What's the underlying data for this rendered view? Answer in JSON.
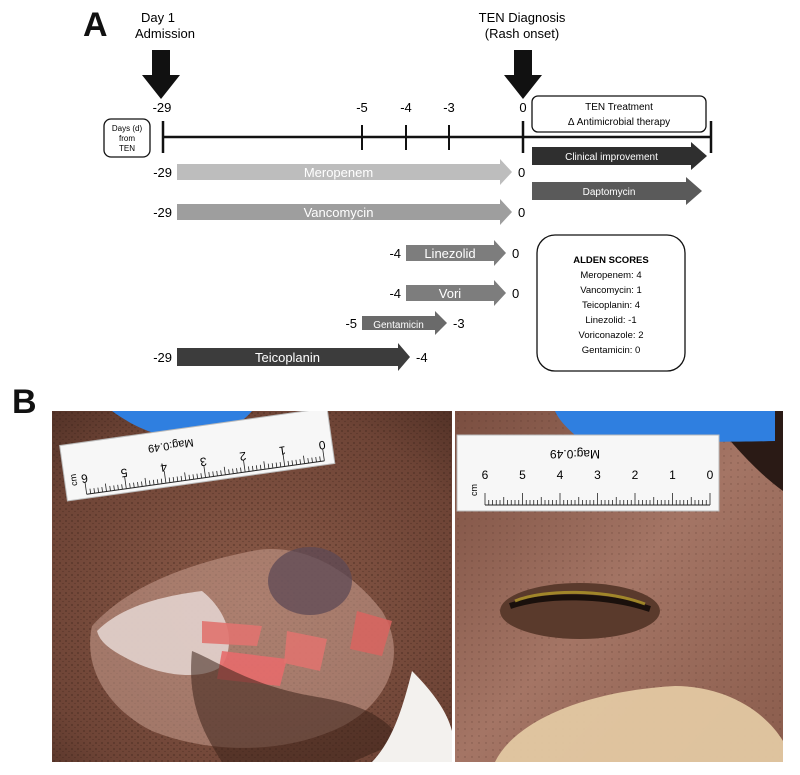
{
  "panel_a": {
    "letter": "A",
    "day1_label": "Day 1",
    "admission_label": "Admission",
    "ten_diag_label": "TEN Diagnosis",
    "rash_onset_label": "(Rash onset)",
    "days_box_lines": [
      "Days (d)",
      "from",
      "TEN"
    ],
    "timeline_ticks": [
      "-29",
      "-5",
      "-4",
      "-3",
      "0"
    ],
    "treatment_box_lines": [
      "TEN Treatment",
      "Δ Antimicrobial therapy"
    ],
    "drugs": [
      {
        "name": "Meropenem",
        "start": "-29",
        "end": "0",
        "color": "#bdbdbd"
      },
      {
        "name": "Vancomycin",
        "start": "-29",
        "end": "0",
        "color": "#9e9e9e"
      },
      {
        "name": "Linezolid",
        "start": "-4",
        "end": "0",
        "color": "#7d7d7d"
      },
      {
        "name": "Vori",
        "start": "-4",
        "end": "0",
        "color": "#7d7d7d"
      },
      {
        "name": "Gentamicin",
        "start": "-5",
        "end": "-3",
        "color": "#6a6a6a"
      },
      {
        "name": "Teicoplanin",
        "start": "-29",
        "end": "-4",
        "color": "#3c3c3c"
      }
    ],
    "post_arrows": [
      {
        "label": "Clinical improvement",
        "color": "#2f2f2f"
      },
      {
        "label": "Daptomycin",
        "color": "#5a5a5a"
      }
    ],
    "alden": {
      "title": "ALDEN SCORES",
      "lines": [
        "Meropenem: 4",
        "Vancomycin: 1",
        "Teicoplanin: 4",
        "Linezolid: -1",
        "Voriconazole: 2",
        "Gentamicin: 0"
      ]
    }
  },
  "panel_b": {
    "letter": "B",
    "ruler_left": {
      "mag": "Mag:0.49",
      "numbers": [
        "0",
        "1",
        "2",
        "3",
        "4",
        "5",
        "6"
      ],
      "unit": "cm"
    },
    "ruler_right": {
      "mag": "Mag:0.49",
      "numbers": [
        "6",
        "5",
        "4",
        "3",
        "2",
        "1",
        "0"
      ],
      "unit": "cm"
    },
    "colors": {
      "skin_dark": "#6e4436",
      "skin_mid": "#8a5a48",
      "skin_light": "#a7786a",
      "erosion": "#e0736f",
      "blister": "#d9c3bd",
      "glove": "#2f7fe0",
      "crust": "#b39a2a"
    }
  }
}
